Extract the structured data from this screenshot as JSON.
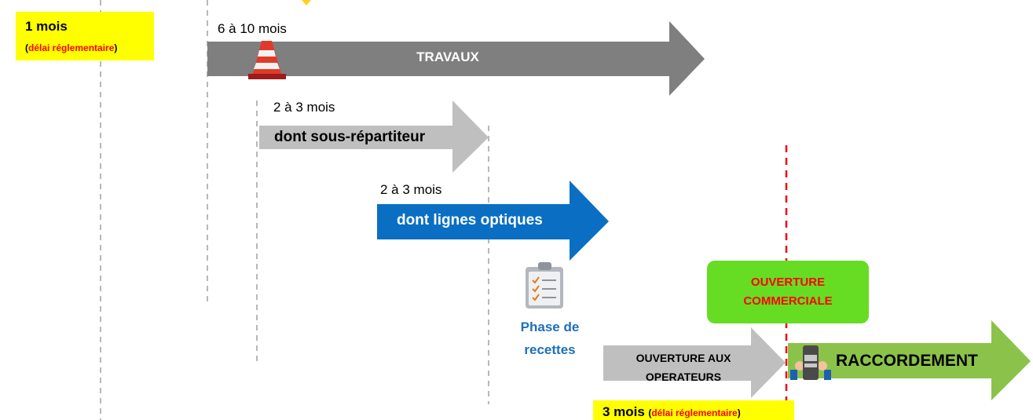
{
  "durations": {
    "travaux": "6 à 10 mois",
    "sous_repartiteur": "2 à 3 mois",
    "lignes_optiques": "2 à 3 mois"
  },
  "arrows": {
    "travaux": "TRAVAUX",
    "sous_repartiteur": "dont sous-répartiteur",
    "lignes_optiques": "dont lignes optiques",
    "ouverture_operateurs_line1": "OUVERTURE AUX",
    "ouverture_operateurs_line2": "OPERATEURS",
    "raccordement": "RACCORDEMENT"
  },
  "deadline_top": {
    "main": "1 mois",
    "paren_open": "(",
    "note": "délai réglementaire",
    "paren_close": ")"
  },
  "deadline_bottom": {
    "main": "3 mois",
    "paren_open": "(",
    "note": "délai réglementaire",
    "paren_close": ")"
  },
  "phase_recettes": {
    "line1": "Phase de",
    "line2": "recettes"
  },
  "ouverture_commerciale": {
    "line1": "OUVERTURE",
    "line2": "COMMERCIALE"
  },
  "colors": {
    "travaux_arrow": "#7f7f7f",
    "light_gray_arrow": "#bfbfbf",
    "blue_arrow": "#0a6fc2",
    "green_arrow": "#8bc34a",
    "green_box": "#66dd22",
    "yellow_box": "#ffff00",
    "red_text": "#ff0000",
    "phase_text": "#1f6fb8"
  },
  "icons": [
    "traffic-cone-icon",
    "clipboard-checklist-icon",
    "handshake-cable-icon"
  ]
}
